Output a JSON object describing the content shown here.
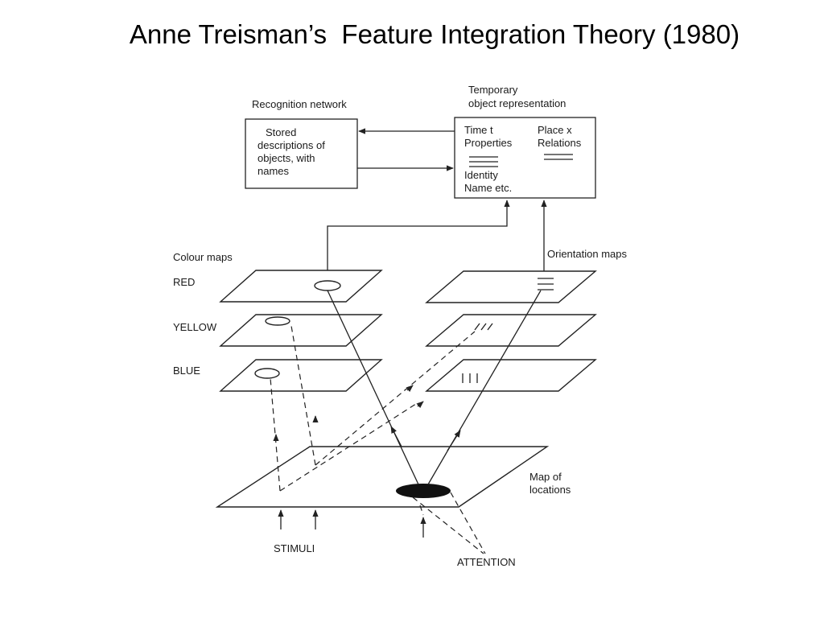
{
  "slide": {
    "title": "Anne Treisman’s  Feature Integration Theory (1980)"
  },
  "recognition_network": {
    "label": "Recognition network",
    "lines": [
      "Stored",
      "descriptions of",
      "objects, with",
      "names"
    ]
  },
  "temporary_representation": {
    "label_lines": [
      "Temporary",
      "object representation"
    ],
    "time": "Time t",
    "properties": "Properties",
    "place": "Place x",
    "relations": "Relations",
    "identity": "Identity",
    "name": "Name etc."
  },
  "colour_maps": {
    "label": "Colour maps",
    "red": "RED",
    "yellow": "YELLOW",
    "blue": "BLUE"
  },
  "orientation_maps": {
    "label": "Orientation maps"
  },
  "location_map": {
    "label_lines": [
      "Map of",
      "locations"
    ]
  },
  "inputs": {
    "stimuli": "STIMULI",
    "attention": "ATTENTION"
  }
}
